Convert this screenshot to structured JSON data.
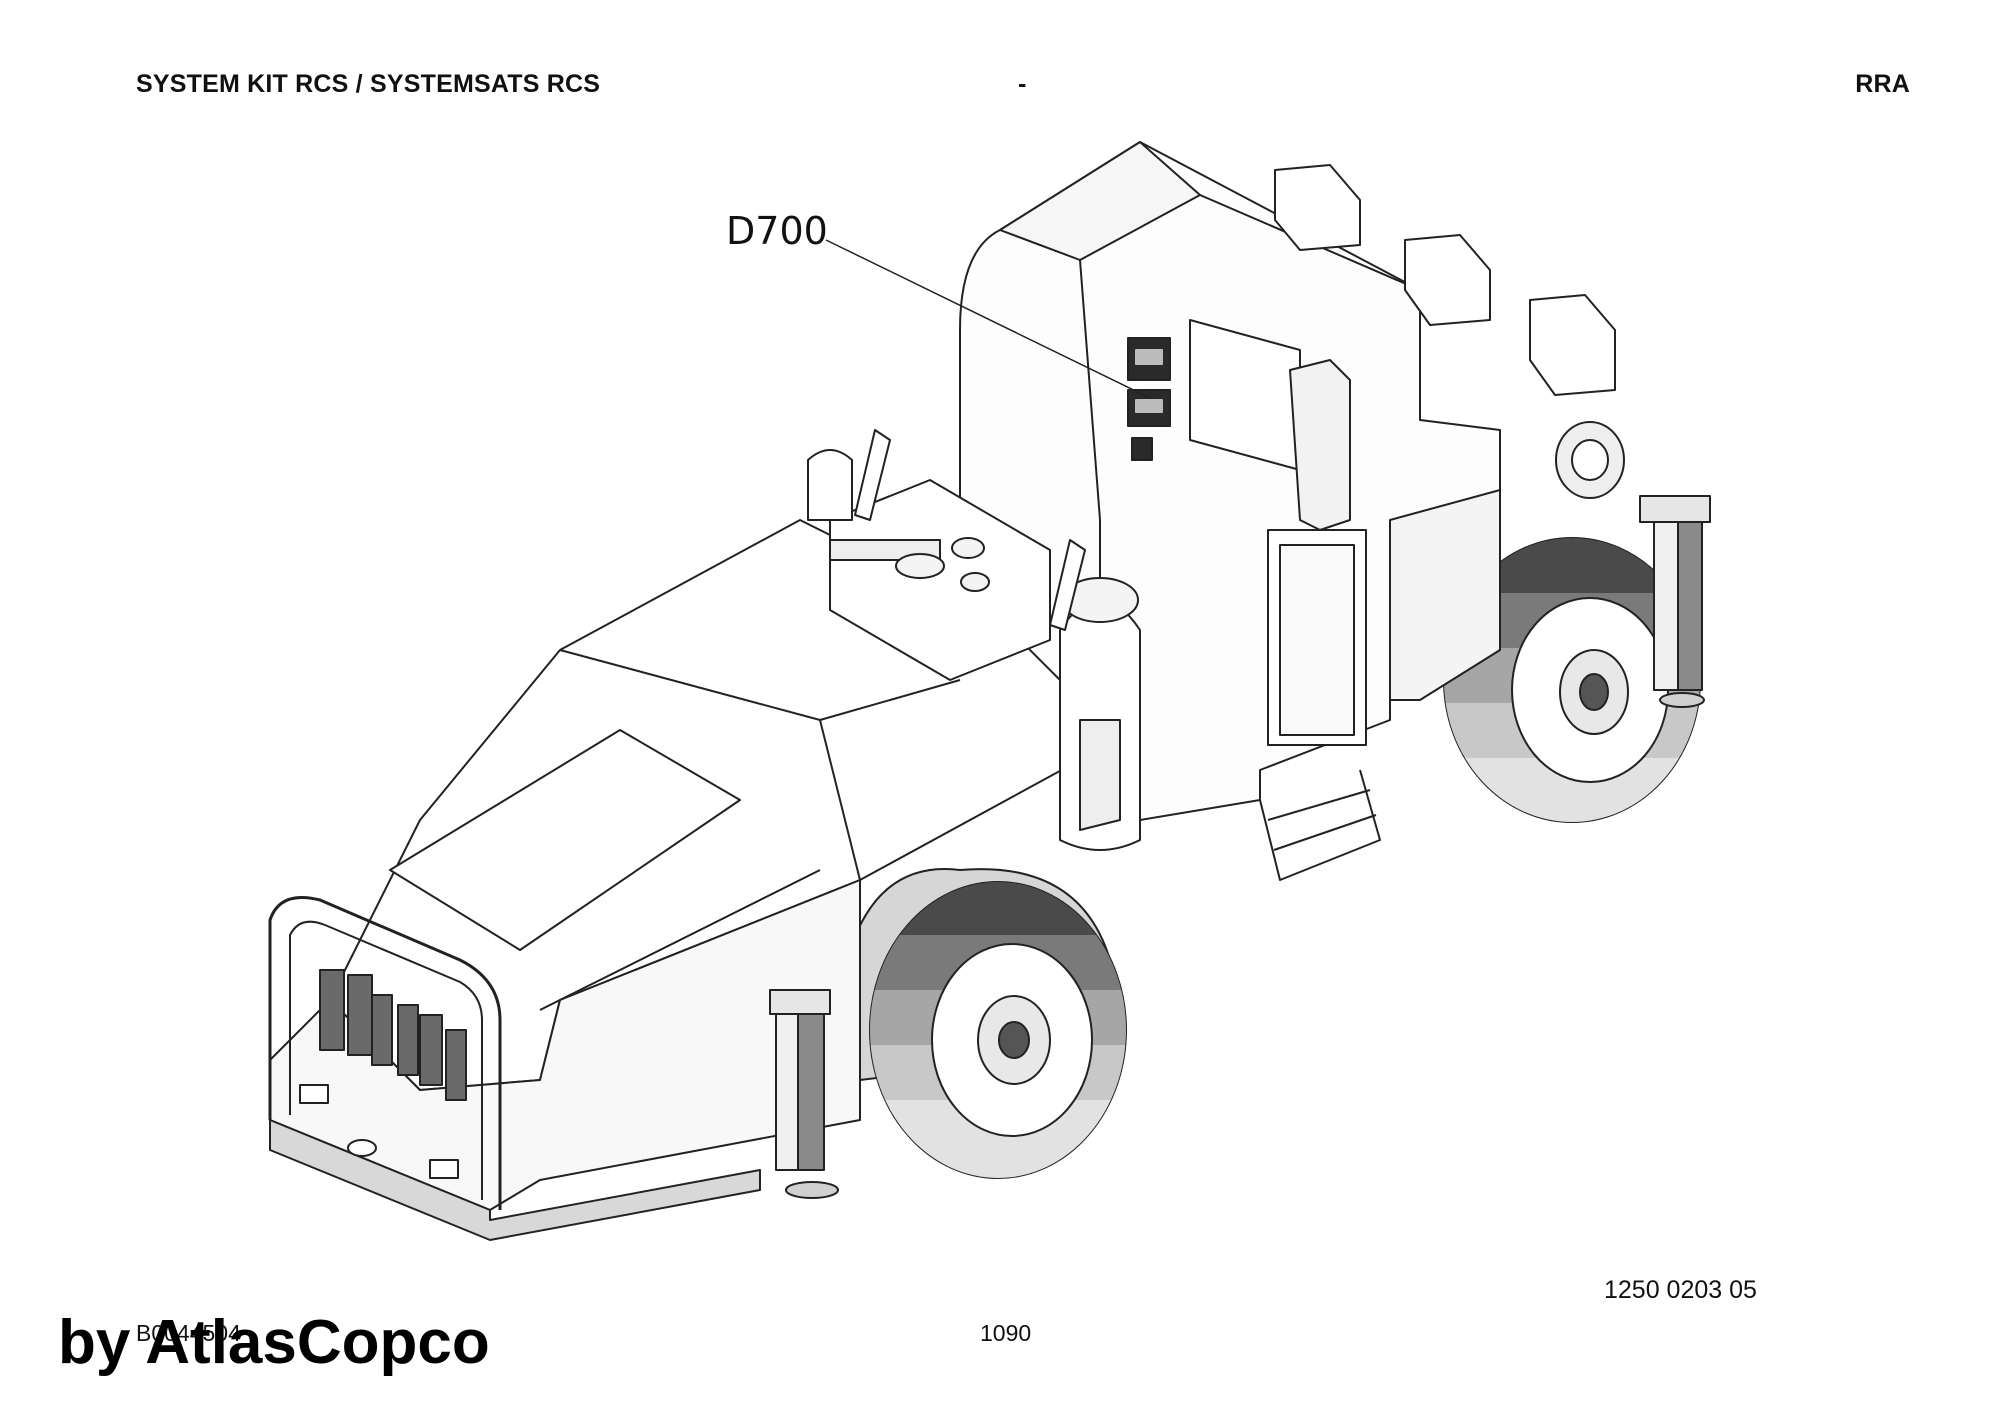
{
  "header": {
    "title": "SYSTEM KIT RCS / SYSTEMSATS RCS",
    "center": "-",
    "model": "RRA"
  },
  "callouts": {
    "d700": "D700"
  },
  "footer": {
    "part_number": "1250 0203 05",
    "reference": "B0044504",
    "page": "1090",
    "watermark": "by AtlasCopco"
  }
}
